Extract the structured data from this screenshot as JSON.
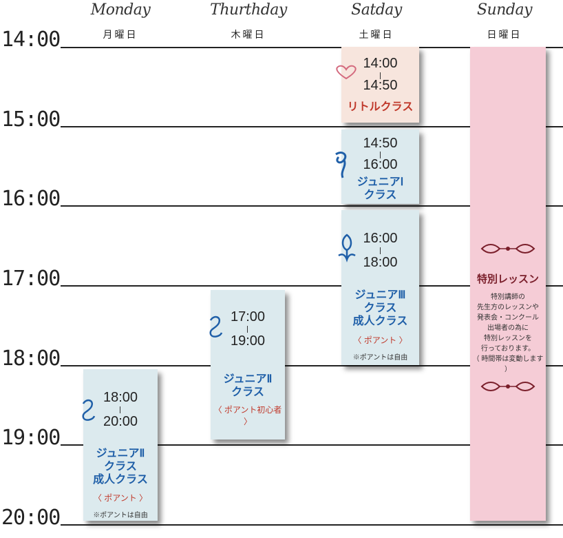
{
  "days": [
    {
      "en": "Monday",
      "jp": "月曜日"
    },
    {
      "en": "Thurthday",
      "jp": "木曜日"
    },
    {
      "en": "Satday",
      "jp": "土曜日"
    },
    {
      "en": "Sunday",
      "jp": "日曜日"
    }
  ],
  "times": [
    "14:00",
    "15:00",
    "16:00",
    "17:00",
    "18:00",
    "19:00",
    "20:00"
  ],
  "blocks": {
    "mon": {
      "start": "18:00",
      "end": "20:00",
      "name": "ジュニアⅡ\nクラス\n成人クラス",
      "note": "〈 ポアント 〉",
      "small": "※ポアントは自由",
      "icon": "swirl-ornament-icon"
    },
    "thu": {
      "start": "17:00",
      "end": "19:00",
      "name": "ジュニアⅡ\nクラス",
      "note": "〈 ポアント初心者 〉",
      "icon": "swirl-ornament-icon"
    },
    "sat1": {
      "start": "14:00",
      "end": "14:50",
      "name": "リトルクラス",
      "icon": "heart-icon"
    },
    "sat2": {
      "start": "14:50",
      "end": "16:00",
      "name": "ジュニアⅠ\nクラス",
      "icon": "scroll-ornament-icon"
    },
    "sat3": {
      "start": "16:00",
      "end": "18:00",
      "name": "ジュニアⅢ\nクラス\n成人クラス",
      "note": "〈 ポアント 〉",
      "small": "※ポアントは自由",
      "icon": "tulip-ornament-icon"
    },
    "sun": {
      "title": "特別レッスン",
      "desc": "特別講師の\n先生方のレッスンや\n発表会・コンクール\n出場者の為に\n特別レッスンを\n行っております。\n（ 時間帯は変動します ）",
      "icon": "divider-ornament-icon"
    }
  },
  "colors": {
    "blue_block": "#dceaee",
    "peach_block": "#f7e5dd",
    "pink_block": "#f5ccd6",
    "class_text": "#1f5fa8",
    "note_text": "#c0392b"
  }
}
